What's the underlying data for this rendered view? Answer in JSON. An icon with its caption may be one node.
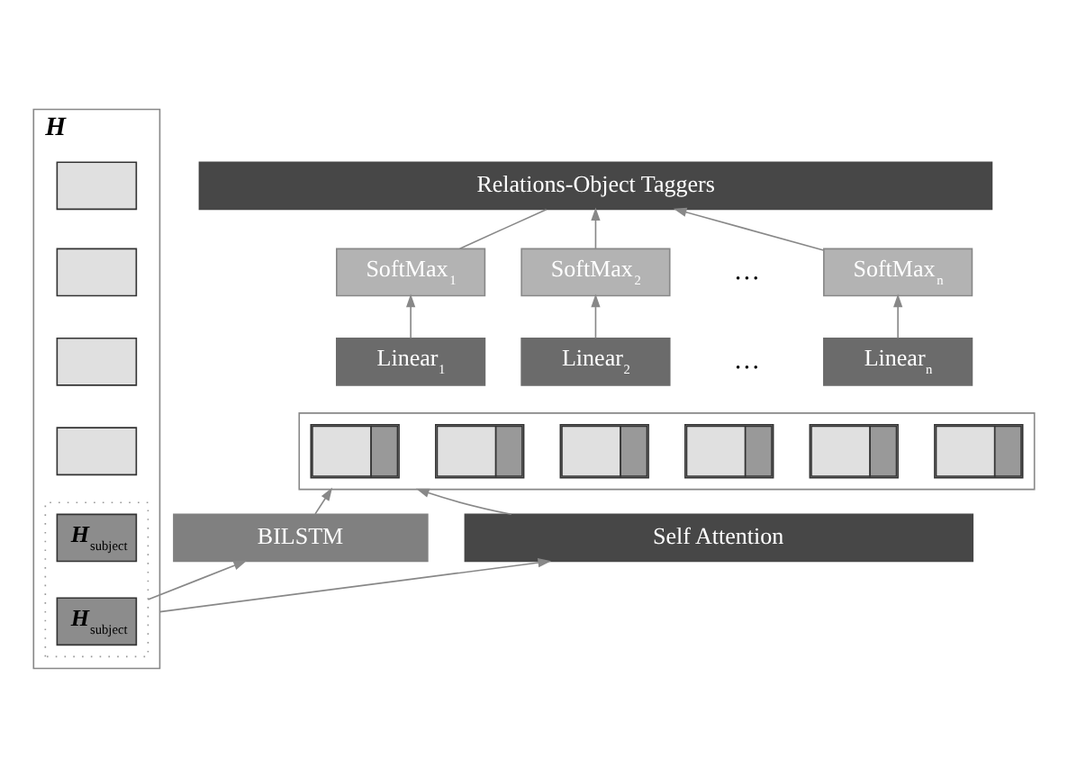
{
  "diagram": {
    "nodes": [
      {
        "text": [
          "Relations-Object Taggers"
        ]
      },
      {
        "text": [
          "SoftMax$_{1}$"
        ]
      },
      {
        "text": [
          "SoftMax$_{2}$"
        ]
      },
      {
        "text": [
          "SoftMax$_{n}$"
        ]
      },
      {
        "text": [
          "Linear$_{1}$"
        ]
      },
      {
        "text": [
          "Linear$_{2}$"
        ]
      },
      {
        "text": [
          "Linear$_{n}$"
        ]
      },
      {
        "text": [],
        "shape": "box"
      },
      {
        "text": [],
        "shape": "box",
        "in": 7
      },
      {
        "text": [],
        "shape": "box",
        "in": 7
      },
      {
        "text": [],
        "shape": "box",
        "in": 7
      },
      {
        "text": [],
        "shape": "box",
        "in": 7
      },
      {
        "text": [],
        "shape": "box",
        "in": 7
      },
      {
        "text": [],
        "shape": "box",
        "in": 7
      },
      {
        "text": [
          "BILSTM"
        ]
      },
      {
        "text": [
          "Self Attention"
        ]
      },
      {
        "text": [
          "H"
        ]
      },
      {
        "text": [],
        "shape": "box",
        "in": 16
      },
      {
        "text": [
          "H$_{subject}$"
        ],
        "in": 17
      },
      {
        "text": [
          "H$_{subject}$"
        ],
        "in": 17
      },
      {
        "text": [],
        "shape": "box",
        "in": 16
      },
      {
        "text": [],
        "shape": "box",
        "in": 16
      },
      {
        "text": [],
        "shape": "box",
        "in": 16
      },
      {
        "text": [],
        "shape": "box",
        "in": 16
      }
    ],
    "edges": [
      {
        "from": 4,
        "to": 1,
        "arrow": "to"
      },
      {
        "from": 5,
        "to": 2,
        "arrow": "to"
      },
      {
        "from": 6,
        "to": 3,
        "arrow": "to"
      },
      {
        "from": 1,
        "to": 0,
        "arrow": "none"
      },
      {
        "from": 2,
        "to": 0,
        "arrow": "to"
      },
      {
        "from": 3,
        "to": 0,
        "arrow": "to"
      },
      {
        "from": 14,
        "to": 7,
        "arrow": "to"
      },
      {
        "from": 15,
        "to": 7,
        "arrow": "to"
      },
      {
        "from": 17,
        "to": 14,
        "arrow": "to"
      },
      {
        "from": 16,
        "to": 15,
        "arrow": "to"
      }
    ],
    "labels": [
      "…",
      "…"
    ]
  }
}
